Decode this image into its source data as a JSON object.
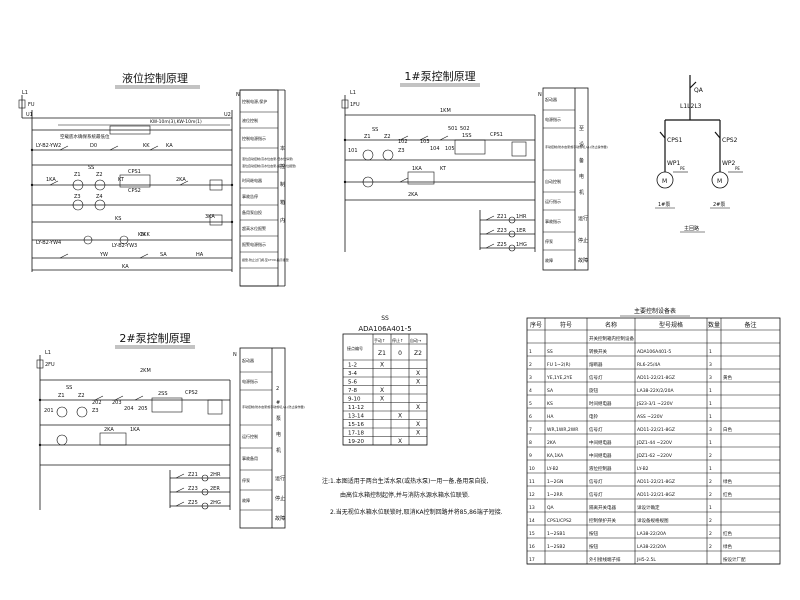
{
  "titles": {
    "level": "液位控制原理",
    "pump1": "1#泵控制原理",
    "pump2": "2#泵控制原理",
    "main_table": "主要控制设备表"
  },
  "level_panel": {
    "items": [
      "控制电源,保护",
      "液位控制",
      "控制电源指示",
      "液位自动控制(高水位启泵,低水位停泵)",
      "液位自动控制(高水位启泵,超高水位报警)",
      "时间继电器",
      "事故告停",
      "备用泵自投",
      "超高水位报警",
      "报警电源指示",
      "报警,防止过门阀,至CTV0,指示报警"
    ],
    "side": [
      "本",
      "控",
      "制",
      "箱",
      "内"
    ],
    "labels": [
      "L1",
      "FU",
      "N",
      "U1",
      "U2",
      "LY-B2-YW2",
      "LY-B2-YW4",
      "LY-B2-YW3",
      "KK",
      "KA",
      "KT",
      "SS",
      "Z1",
      "Z2",
      "Z3",
      "Z4",
      "1KA",
      "2KA",
      "CPS1",
      "CPS2",
      "KS",
      "3KA",
      "SA",
      "1KK",
      "HA",
      "KA",
      "YW",
      "D0",
      "KN"
    ],
    "float_label": "KW-10m(3),KW-10m(1)",
    "note": "空载底水确保系统最低位"
  },
  "pump1": {
    "items": [
      "起动器",
      "电源指示",
      "手动控制(防水启泵或手动或切入),(防止操作器)",
      "自动控制",
      "运行指示",
      "事故指示",
      "停泵",
      "故障"
    ],
    "side": [
      "至",
      "设",
      "备",
      "电",
      "机"
    ],
    "right_codes": [
      "501",
      "502"
    ],
    "labels": [
      "L1",
      "1FU",
      "N",
      "SS",
      "Z1",
      "Z2",
      "Z3",
      "1KM",
      "101",
      "102",
      "103",
      "104",
      "105",
      "CPS1",
      "1KA",
      "2KA",
      "KT",
      "1SS",
      "1HR",
      "1ER",
      "1HG",
      "Z21",
      "Z23",
      "Z25"
    ],
    "right": [
      "运行",
      "停止",
      "故障"
    ]
  },
  "pump2": {
    "items": [
      "起动器",
      "电源指示",
      "手动控制(防水启泵或手动或切入),(防止操作器)",
      "运行控制",
      "事故备用",
      "停泵",
      "故障"
    ],
    "side": [
      "2",
      "#",
      "泵",
      "电",
      "机"
    ],
    "labels": [
      "L1",
      "2FU",
      "N",
      "SS",
      "Z1",
      "Z2",
      "Z3",
      "2KM",
      "201",
      "202",
      "203",
      "204",
      "205",
      "CPS2",
      "2KA",
      "1KA",
      "2SS",
      "2HR",
      "2ER",
      "2HG",
      "Z21",
      "Z23",
      "Z25"
    ],
    "right": [
      "运行",
      "停止",
      "故障"
    ]
  },
  "switch_table": {
    "title": "SS",
    "subtitle": "ADA106A401-5",
    "unit": "接点编号",
    "cols": [
      "手动↑",
      "停止↑",
      "自动→"
    ],
    "col_short": [
      "Z1",
      "0",
      "Z2"
    ],
    "rows": [
      {
        "c": "1-2",
        "m": [
          "X",
          "",
          ""
        ]
      },
      {
        "c": "3-4",
        "m": [
          "",
          "",
          "X"
        ]
      },
      {
        "c": "5-6",
        "m": [
          "",
          "",
          "X"
        ]
      },
      {
        "c": "7-8",
        "m": [
          "X",
          "",
          ""
        ]
      },
      {
        "c": "9-10",
        "m": [
          "X",
          "",
          ""
        ]
      },
      {
        "c": "11-12",
        "m": [
          "",
          "",
          "X"
        ]
      },
      {
        "c": "13-14",
        "m": [
          "",
          "X",
          ""
        ]
      },
      {
        "c": "15-16",
        "m": [
          "",
          "",
          "X"
        ]
      },
      {
        "c": "17-18",
        "m": [
          "",
          "",
          "X"
        ]
      },
      {
        "c": "19-20",
        "m": [
          "",
          "X",
          ""
        ]
      }
    ]
  },
  "oneline": {
    "labels": [
      "QA",
      "L1L2L3",
      "CPS1",
      "CPS2",
      "WP1",
      "WP2",
      "PE",
      "PE",
      "M",
      "M"
    ],
    "captions": [
      "1#泵",
      "2#泵",
      "主回路"
    ]
  },
  "notes": [
    "注:1.本图适用于两台生活水泵(或热水泵)一用一备,备用泵自投,",
    "由高位水箱控制起停,并与消防水源水箱水位联锁.",
    "2.当无视位水箱水位联锁时,取消KA控制回路并将85,86端子短接."
  ],
  "equip_table": {
    "headers": [
      "序号",
      "符号",
      "名称",
      "型号规格",
      "数量",
      "备注"
    ],
    "rows": [
      [
        "",
        "",
        "开关控制箱内控制设备",
        "",
        "",
        ""
      ],
      [
        "1",
        "SS",
        "转换开关",
        "ADA106A401-5",
        "1",
        ""
      ],
      [
        "2",
        "FU 1~2(R)",
        "熔断器",
        "RL6-25/4A",
        "3",
        ""
      ],
      [
        "3",
        "YE,1YE,2YE",
        "信号灯",
        "AD11-22/21-8GZ",
        "3",
        "黄色"
      ],
      [
        "4",
        "SA",
        "旋钮",
        "LA38-22X/2/20A",
        "1",
        ""
      ],
      [
        "5",
        "KS",
        "时间继电器",
        "JS23-3/1 ~220V",
        "1",
        ""
      ],
      [
        "6",
        "HA",
        "电铃",
        "ASS ~220V",
        "1",
        ""
      ],
      [
        "7",
        "WR,1WR,2WR",
        "信号灯",
        "AD11-22/21-8GZ",
        "3",
        "白色"
      ],
      [
        "8",
        "2KA",
        "中间继电器",
        "JDZ1-44 ~220V",
        "1",
        ""
      ],
      [
        "9",
        "KA,1KA",
        "中间继电器",
        "JDZ1-62 ~220V",
        "2",
        ""
      ],
      [
        "10",
        "LY-B2",
        "液位控制器",
        "LY-B2",
        "1",
        ""
      ],
      [
        "11",
        "1~2GN",
        "信号灯",
        "AD11-22/21-8GZ",
        "2",
        "绿色"
      ],
      [
        "12",
        "1~2RR",
        "信号灯",
        "AD11-22/21-8GZ",
        "2",
        "红色"
      ],
      [
        "13",
        "QA",
        "隔离开关电器",
        "详设计确定",
        "1",
        ""
      ],
      [
        "14",
        "CPS1/CPS2",
        "控制保护开关",
        "详设备规格规图",
        "2",
        ""
      ],
      [
        "15",
        "1~2SB1",
        "按钮",
        "LA38-22/20A",
        "2",
        "红色"
      ],
      [
        "16",
        "1~2SB2",
        "按钮",
        "LA38-22/20A",
        "2",
        "绿色"
      ],
      [
        "17",
        "",
        "外引接线端子排",
        "JH5-2.5L",
        "",
        "按设计厂配"
      ]
    ]
  }
}
